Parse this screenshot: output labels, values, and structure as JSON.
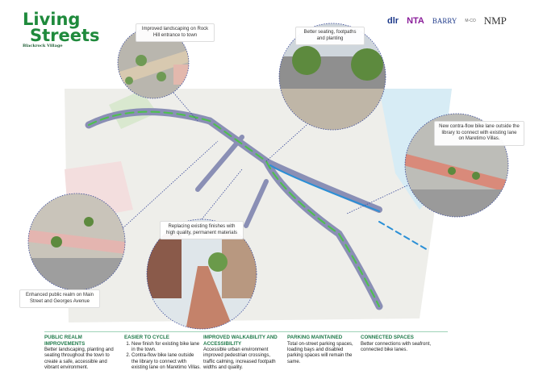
{
  "logo": {
    "line1": "Living",
    "line2": "Streets",
    "subtitle": "Blackrock Village",
    "color": "#1f8a3c"
  },
  "partners": [
    "dlr",
    "NTA",
    "BARRY",
    "M-CO",
    "NMP"
  ],
  "callouts": {
    "rock_hill": "Improved landscaping on Rock Hill entrance to town",
    "seating": "Better seating, footpaths and planting",
    "bike_lane": "New contra-flow bike lane outside the library to connect with existing lane on Maretimo Villas.",
    "finishes": "Replacing existing finishes with high quality, permanent materials",
    "public_realm": "Enhanced public realm on Main Street and Georges Avenue"
  },
  "colors": {
    "heading": "#1f7a4a",
    "road_scheme": "#8a8fb5",
    "planting": "#4cc24a",
    "bike_lane": "#2a8fd6",
    "sea": "#d7ecf5"
  },
  "benefits": [
    {
      "title": "PUBLIC REALM IMPROVEMENTS",
      "text": "Better landscaping, planting and seating throughout the town to create a safe, accessible and vibrant environment."
    },
    {
      "title": "EASIER TO CYCLE",
      "items": [
        "New finish for existing bike lane in the town.",
        "Contra-flow bike lane outside the library to connect with existing lane on Maretimo Villas."
      ]
    },
    {
      "title": "IMPROVED WALKABILITY AND ACCESSIBILITY",
      "text": "Accessible urban environment improved pedestrian crossings, traffic calming, increased footpath widths and quality."
    },
    {
      "title": "PARKING MAINTAINED",
      "text": "Total on-street parking spaces, loading bays and disabled parking spaces will remain the same."
    },
    {
      "title": "CONNECTED SPACES",
      "text": "Better connections with seafront, connected bike lanes."
    }
  ]
}
